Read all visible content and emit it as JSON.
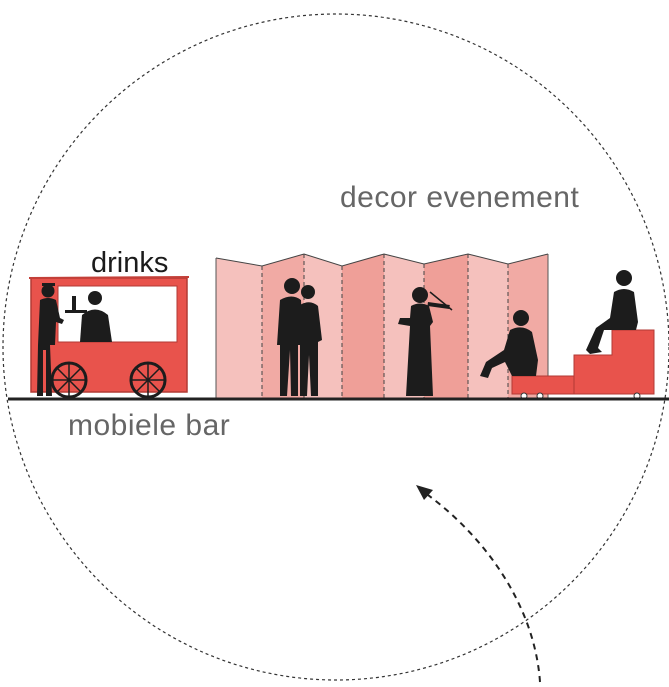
{
  "labels": {
    "decor": "decor evenement",
    "drinks": "drinks",
    "bar": "mobiele bar"
  },
  "colors": {
    "accent_red": "#e8534c",
    "panel_light": "#f5c1bd",
    "panel_mid": "#ef9f98",
    "silhouette": "#1c1c1c",
    "line": "#222222",
    "text_gray": "#666666"
  }
}
